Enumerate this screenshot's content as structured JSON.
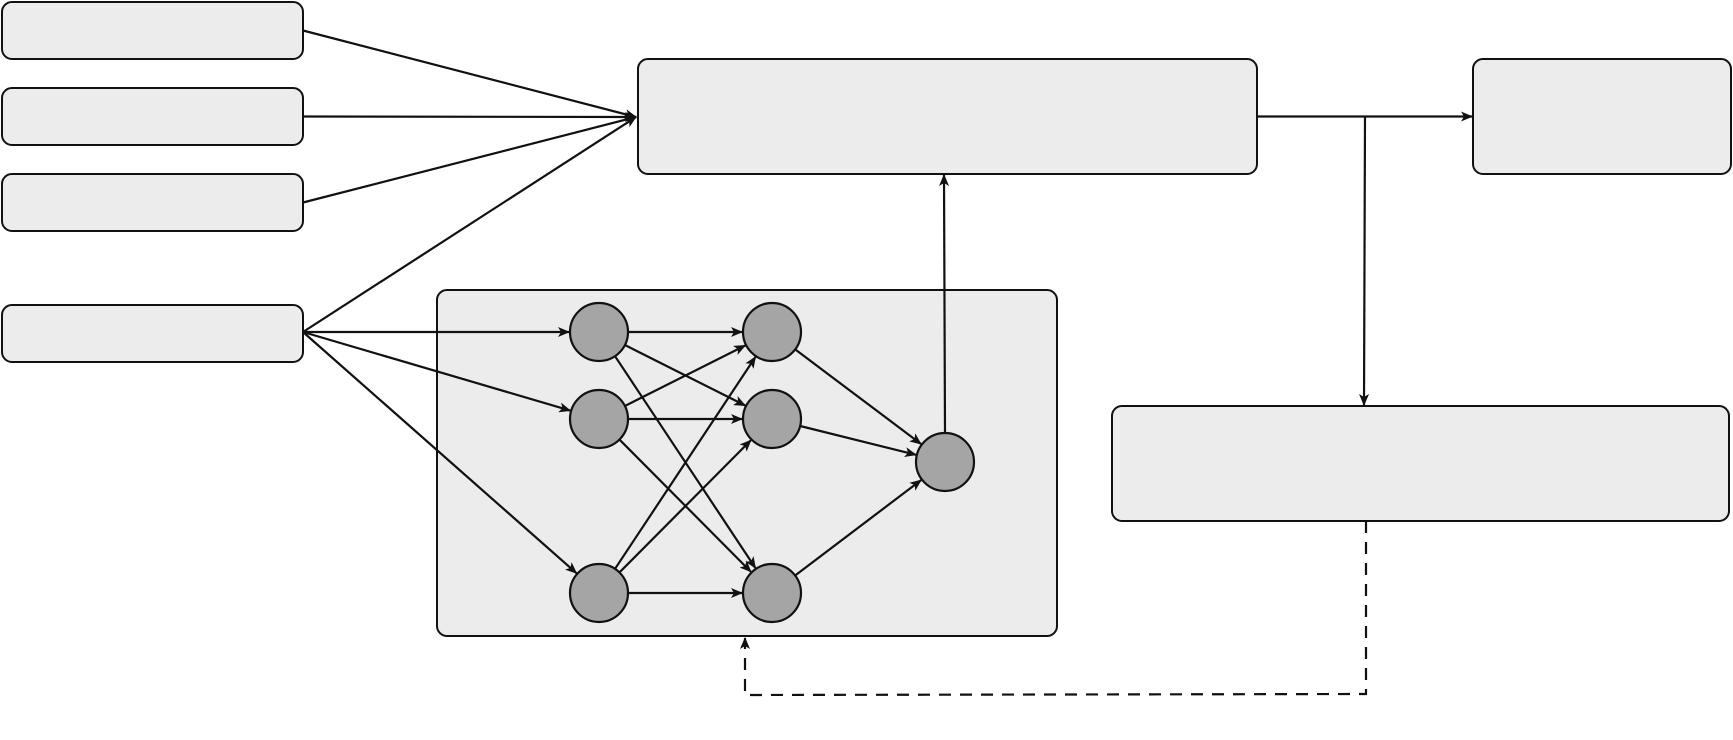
{
  "diagram": {
    "style": {
      "box_fill": "#ececec",
      "neuron_fill": "#a5a5a5",
      "stroke": "#111111",
      "background": "#ffffff"
    },
    "nodes": [
      {
        "id": "input-box-1",
        "kind": "box",
        "label": ""
      },
      {
        "id": "input-box-2",
        "kind": "box",
        "label": ""
      },
      {
        "id": "input-box-3",
        "kind": "box",
        "label": ""
      },
      {
        "id": "input-box-4",
        "kind": "box",
        "label": ""
      },
      {
        "id": "central-box",
        "kind": "box",
        "label": ""
      },
      {
        "id": "output-box",
        "kind": "box",
        "label": ""
      },
      {
        "id": "lower-right-box",
        "kind": "box",
        "label": ""
      },
      {
        "id": "neural-network-container",
        "kind": "box",
        "label": ""
      }
    ],
    "network": {
      "layers": [
        3,
        3,
        1
      ],
      "connectivity": "fully-connected"
    },
    "edges": [
      {
        "from": "input-box-1",
        "to": "central-box",
        "style": "solid"
      },
      {
        "from": "input-box-2",
        "to": "central-box",
        "style": "solid"
      },
      {
        "from": "input-box-3",
        "to": "central-box",
        "style": "solid"
      },
      {
        "from": "input-box-4",
        "to": "central-box",
        "style": "solid"
      },
      {
        "from": "input-box-4",
        "to": "network-layer-1-neuron-1",
        "style": "solid"
      },
      {
        "from": "input-box-4",
        "to": "network-layer-1-neuron-2",
        "style": "solid"
      },
      {
        "from": "input-box-4",
        "to": "network-layer-1-neuron-3",
        "style": "solid"
      },
      {
        "from": "network-output-neuron",
        "to": "central-box",
        "style": "solid"
      },
      {
        "from": "central-box",
        "to": "output-box",
        "style": "solid"
      },
      {
        "from": "central-box",
        "to": "lower-right-box",
        "style": "solid"
      },
      {
        "from": "lower-right-box",
        "to": "neural-network-container",
        "style": "dashed"
      }
    ]
  }
}
